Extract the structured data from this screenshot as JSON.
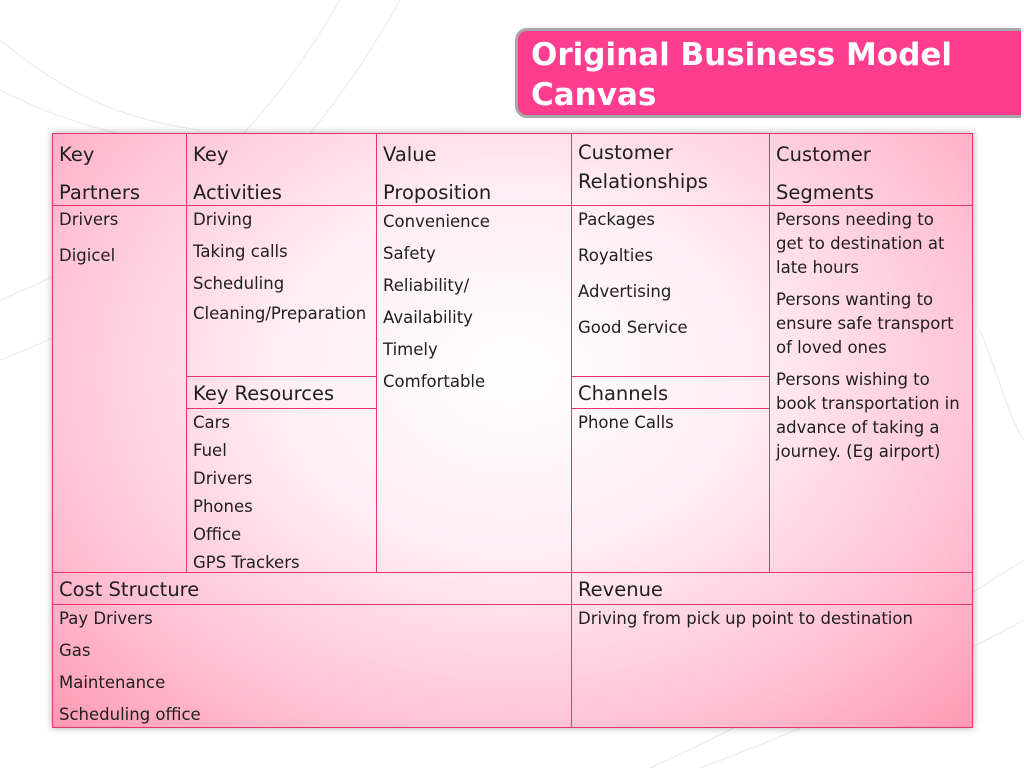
{
  "title": {
    "line1": "Original Business Model",
    "line2": "Canvas"
  },
  "headers": {
    "key_partners": [
      "Key",
      "Partners"
    ],
    "key_activities": [
      "Key",
      "Activities"
    ],
    "value_proposition": [
      "Value",
      "Proposition"
    ],
    "customer_relationships": [
      "Customer",
      "Relationships"
    ],
    "customer_segments": [
      "Customer",
      "Segments"
    ],
    "key_resources": "Key Resources",
    "channels": "Channels",
    "cost_structure": "Cost Structure",
    "revenue": "Revenue"
  },
  "content": {
    "key_partners": [
      "Drivers",
      "Digicel"
    ],
    "key_activities": [
      "Driving",
      "Taking calls",
      "Scheduling",
      "Cleaning/Preparation"
    ],
    "value_proposition": [
      "Convenience",
      "Safety",
      "Reliability/",
      "Availability",
      "Timely",
      "Comfortable"
    ],
    "customer_relationships": [
      "Packages",
      "Royalties",
      "Advertising",
      "Good Service"
    ],
    "customer_segments": [
      "Persons needing to get to destination at late hours",
      "Persons wanting to ensure safe transport of loved ones",
      "Persons wishing to book transportation in advance of taking a journey. (Eg airport)"
    ],
    "key_resources": [
      "Cars",
      "Fuel",
      "Drivers",
      "Phones",
      "Office",
      "GPS Trackers"
    ],
    "channels": [
      "Phone Calls"
    ],
    "cost_structure": [
      "Pay Drivers",
      "Gas",
      "Maintenance",
      "Scheduling office"
    ],
    "revenue": [
      "Driving from pick up point to destination"
    ]
  },
  "colors": {
    "title_bg": "#ff3d8f",
    "border": "#e8336e",
    "text": "#202020"
  }
}
